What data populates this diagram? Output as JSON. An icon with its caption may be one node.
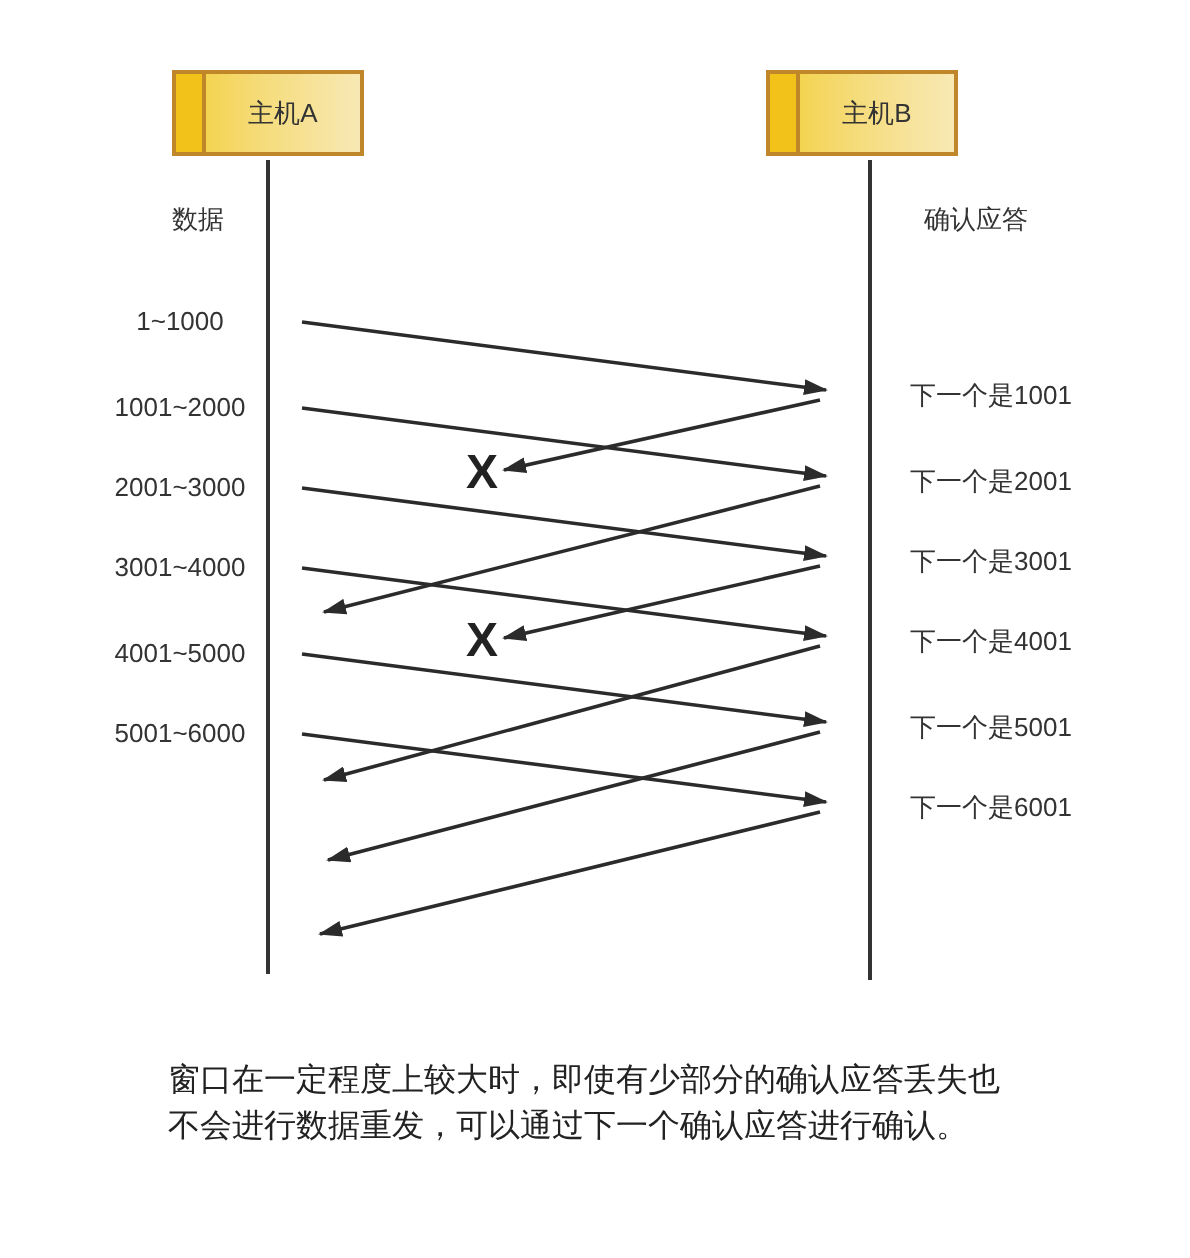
{
  "diagram": {
    "caption": "窗口在一定程度上较大时，即使有少部分的确认应答丢失也不会进行数据重发，可以通过下一个确认应答进行确认。",
    "nodes": [
      {
        "text": [
          "主机A"
        ]
      },
      {
        "text": [
          "主机B"
        ]
      },
      {
        "text": [
          "1~1000"
        ]
      },
      {
        "text": [
          "1001~2000"
        ]
      },
      {
        "text": [
          "2001~3000"
        ]
      },
      {
        "text": [
          "3001~4000"
        ]
      },
      {
        "text": [
          "4001~5000"
        ]
      },
      {
        "text": [
          "5001~6000"
        ]
      },
      {
        "text": [
          "下一个是1001"
        ]
      },
      {
        "text": [
          "下一个是2001"
        ]
      },
      {
        "text": [
          "下一个是3001"
        ]
      },
      {
        "text": [
          "下一个是4001"
        ]
      },
      {
        "text": [
          "下一个是5001"
        ]
      },
      {
        "text": [
          "下一个是6001"
        ]
      },
      {
        "text": [
          "X"
        ]
      },
      {
        "text": [
          "X"
        ]
      }
    ],
    "edges": [
      {
        "from": 2,
        "to": 8,
        "arrow": "to"
      },
      {
        "from": 3,
        "to": 9,
        "arrow": "to"
      },
      {
        "from": 4,
        "to": 10,
        "arrow": "to"
      },
      {
        "from": 5,
        "to": 11,
        "arrow": "to"
      },
      {
        "from": 6,
        "to": 12,
        "arrow": "to"
      },
      {
        "from": 7,
        "to": 13,
        "arrow": "to"
      },
      {
        "from": 8,
        "to": 14,
        "arrow": "to"
      },
      {
        "from": 9,
        "to": null,
        "arrow": "to"
      },
      {
        "from": 10,
        "to": 15,
        "arrow": "to"
      },
      {
        "from": 11,
        "to": null,
        "arrow": "to"
      },
      {
        "from": 12,
        "to": null,
        "arrow": "to"
      },
      {
        "from": 13,
        "to": null,
        "arrow": "to"
      }
    ],
    "labels": [
      "数据",
      "确认应答"
    ]
  }
}
